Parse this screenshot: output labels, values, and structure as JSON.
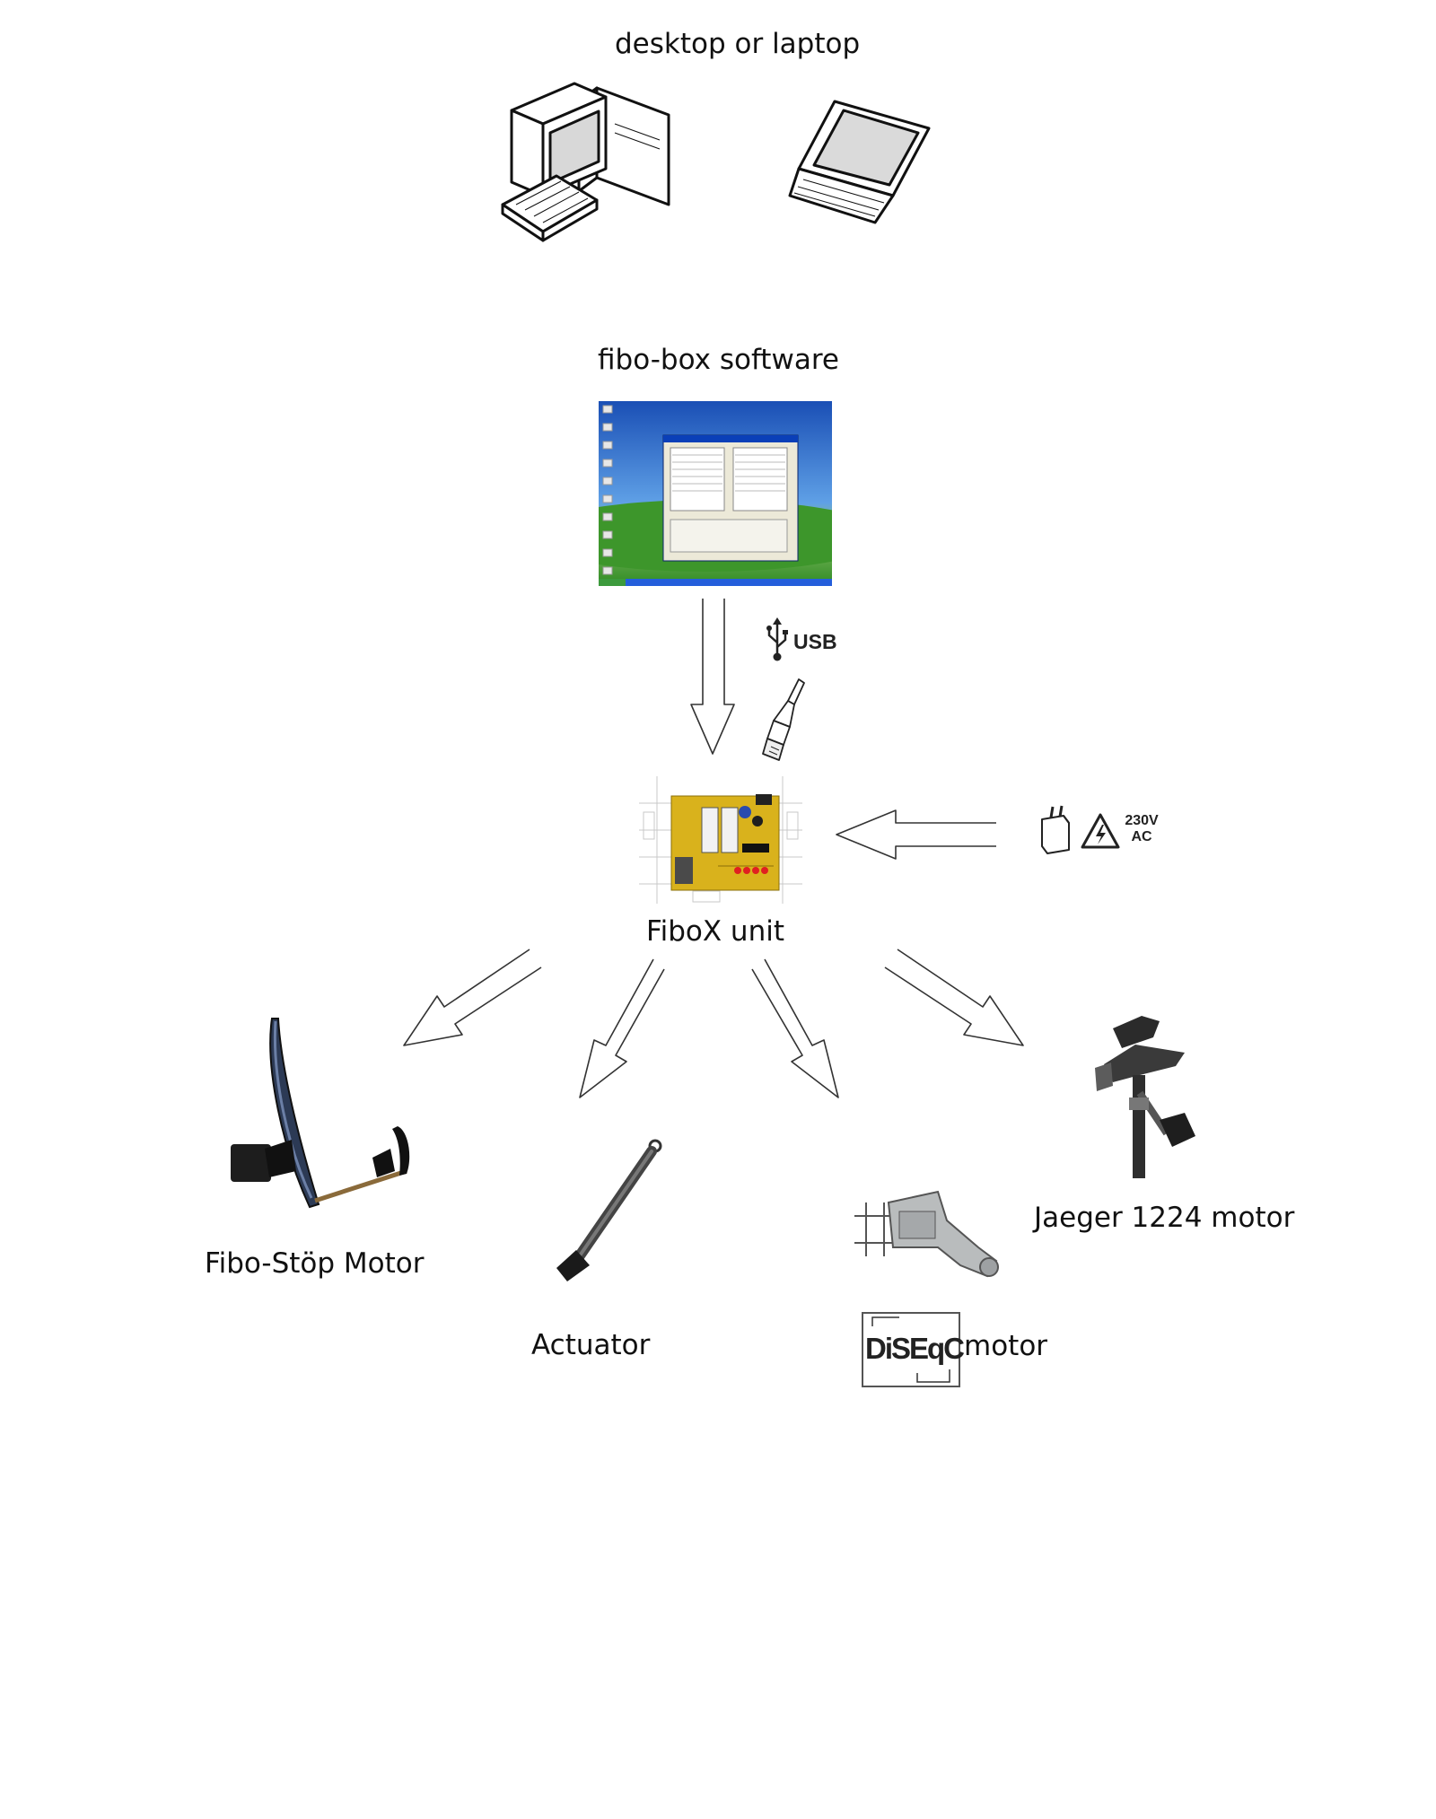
{
  "nodes": {
    "computers": {
      "label": "desktop or laptop"
    },
    "software": {
      "label": "fibo-box software"
    },
    "usb": {
      "label": "USB"
    },
    "power": {
      "voltage": "230V",
      "current": "AC"
    },
    "fibox": {
      "label": "FiboX unit"
    },
    "fibo_stop": {
      "label": "Fibo-Stöp Motor"
    },
    "actuator": {
      "label": "Actuator"
    },
    "diseqc": {
      "logo": "DiSEqC",
      "label": "motor"
    },
    "jaeger": {
      "label": "Jaeger 1224 motor"
    }
  },
  "icons": [
    "desktop-computer-icon",
    "laptop-icon",
    "usb-symbol-icon",
    "usb-plug-icon",
    "power-adapter-icon",
    "high-voltage-warning-icon"
  ],
  "colors": {
    "pcb": "#d9b21c",
    "desktop_sky": "#2c6fc9",
    "desktop_grass": "#4a9a2a"
  }
}
